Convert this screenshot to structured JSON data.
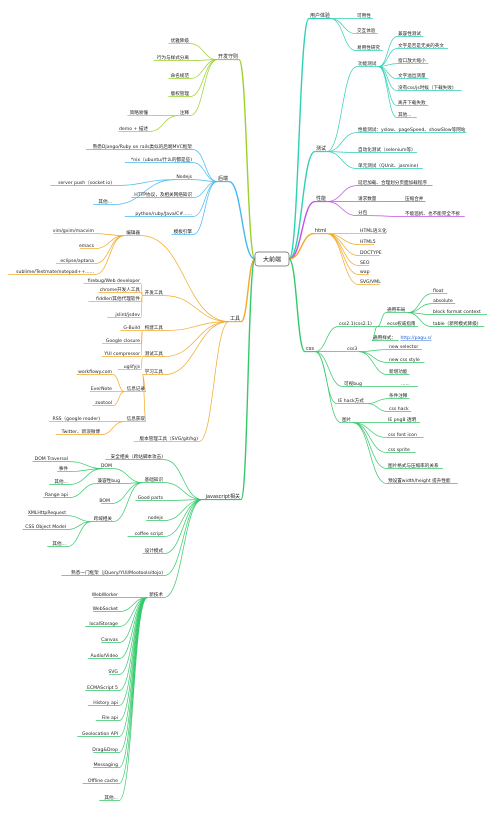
{
  "colors": {
    "frontend_requirements": "#9bd12a",
    "backend": "#45b8f0",
    "tools": "#f3a827",
    "javascript": "#34c96a",
    "user_experience": "#2fd0b4",
    "testing": "#2fd0b4",
    "performance": "#c64fe6",
    "html": "#f3a827",
    "css": "#34c96a",
    "root_border": "#666666",
    "link_text": "#1a5fd6"
  },
  "root": "大前端",
  "frontend_requirements": {
    "label": "开发守则",
    "items": [
      "优雅降级",
      "行为与样式分离",
      "命名规范",
      "版权管理",
      "注释"
    ],
    "comment_sub": [
      "简略易懂",
      "demo + 描述"
    ]
  },
  "backend": {
    "label": "后端",
    "items": [
      "熟悉Django/Ruby on rails类似的后端MVC框架",
      "*nix（ubuntu/什么的都是些)",
      "Nodejs",
      "HTTP协议，及相关网络知识",
      "python/ruby/Java/C#......",
      "模板引擎"
    ],
    "nodejs_sub": [
      "server push（socket io)",
      "其他..."
    ]
  },
  "tools": {
    "label": "工具",
    "editors_label": "编辑器",
    "editors": [
      "vim/gvim/macvim",
      "emacs",
      "eclipse/aptana",
      "sublime/Textmate/notepad++......"
    ],
    "dev_label": "开发工具",
    "dev": [
      "firebug/Web developer",
      "chrome开发人工具",
      "fiddler/其他代理软件",
      "jslint/jsdev"
    ],
    "build_label": "构建工具",
    "build": [
      "G-Build",
      "Google closure",
      "YUI compressor"
    ],
    "test_label": "测试工具",
    "test": [
      "uglifyjs"
    ],
    "learn_label": "学习工具",
    "notes_label": "信息记录",
    "notes": [
      "workflowy.com",
      "EverNote",
      "zootool"
    ],
    "info_label": "信息获取",
    "info": [
      "RSS（google reader)",
      "Twitter、新浪微博"
    ],
    "vcs": "版本管理工具（SVG/git/hg)"
  },
  "javascript": {
    "label": "javascript相关",
    "security": "安全相关（跨站脚本攻击)",
    "basics_label": "基础知识",
    "dom_label": "DOM",
    "dom_items": [
      "DOM Traversal",
      "事件",
      "其他..."
    ],
    "compat_label": "兼容性bug",
    "compat_items": [
      "Range api"
    ],
    "bom_label": "BOM",
    "crossdomain_label": "跨域相关",
    "crossdomain_items": [
      "XMLHttpRequest",
      "CSS Object Model",
      "其他..."
    ],
    "other_items": [
      "Good parts",
      "nodejs",
      "coffee script",
      "设计模式",
      "熟悉一门框架（jQuery/YUI/Mootools/dojo)"
    ],
    "new_label": "新技术",
    "new_items": [
      "WebWorker",
      "WebSocket",
      "localStorage",
      "Canvas",
      "Audio/Video",
      "SVG",
      "ECMAScript 5",
      "History api",
      "File api",
      "Geolocation API",
      "Drag&Drop",
      "Messaging",
      "Offline cache",
      "其他..."
    ]
  },
  "user_experience": {
    "label": "用户体验",
    "items": [
      "可用性",
      "交互体验",
      "易用性研究"
    ]
  },
  "testing": {
    "label": "测试",
    "func_label": "功能测试",
    "func_items": [
      "兼容性测试",
      "文字是否是无关的英文",
      "窗口放大缩小",
      "文字溢出测量",
      "没有css/js时候（下载失败)",
      "离开下载失败",
      "其他..."
    ],
    "other_items": [
      "性能测试：yslow、pageSpeed、showSlow等网站",
      "自动化测试（selenium等)",
      "单元测试（QUnit、jasmine)"
    ]
  },
  "performance": {
    "label": "性能",
    "items": [
      "延迟加载、合理划分页面加载程序",
      "请求数量",
      "分包"
    ],
    "request_sub": [
      "压缩合并"
    ],
    "package_sub": [
      "不能滥拆、也不能完全不拆"
    ]
  },
  "html": {
    "label": "html",
    "items": [
      "HTML语义化",
      "HTML5",
      "DOCTYPE",
      "SEO",
      "wap",
      "SVG/VML"
    ]
  },
  "css": {
    "label": "css",
    "css21_label": "css2.1(css2.1)",
    "layout_label": "通用布局",
    "layout_items": [
      "float",
      "absolute",
      "block format context",
      "table（新所模式降级)"
    ],
    "hack_label": "ecss权威指南",
    "ref_label": "通用样式：",
    "ref_link": "http://pagu.s/",
    "css3_label": "css3",
    "css3_items": [
      "new selector",
      "new css style",
      "新增功能"
    ],
    "bug_label": "可视bug",
    "bug_items": [
      "......"
    ],
    "ie_label": "IE hack方式",
    "ie_items": [
      "条件注释",
      "css hack"
    ],
    "img_label": "图片",
    "img_items": [
      "IE png8 透明",
      "css font icon",
      "css sprite",
      "图片格式与压缩率的关系",
      "预设置width/height 提升性能"
    ]
  }
}
